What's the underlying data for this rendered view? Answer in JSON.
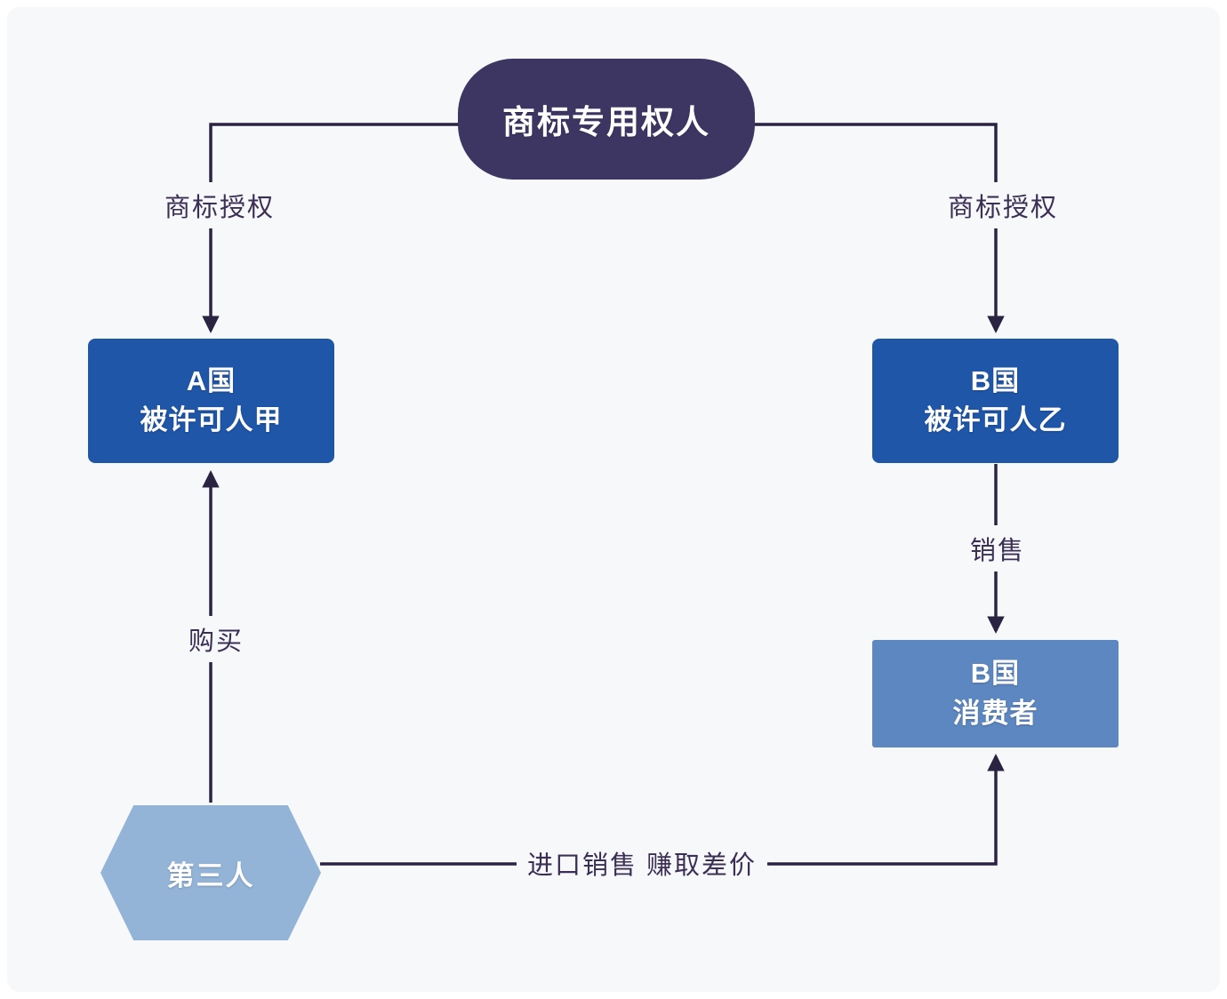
{
  "diagram": {
    "nodes": {
      "owner": {
        "label": "商标专用权人"
      },
      "licensee_a": {
        "line1": "A国",
        "line2": "被许可人甲"
      },
      "licensee_b": {
        "line1": "B国",
        "line2": "被许可人乙"
      },
      "consumer_b": {
        "line1": "B国",
        "line2": "消费者"
      },
      "third_party": {
        "label": "第三人"
      }
    },
    "edges": {
      "authorize_left": {
        "label": "商标授权"
      },
      "authorize_right": {
        "label": "商标授权"
      },
      "sell": {
        "label": "销售"
      },
      "buy": {
        "label": "购买"
      },
      "import_sell": {
        "label": "进口销售 赚取差价"
      }
    },
    "colors": {
      "owner_bg": "#3d3663",
      "licensee_bg": "#1f56a8",
      "consumer_bg": "#5d87c0",
      "third_party_bg": "#93b3d7",
      "line": "#2b2342",
      "label_text": "#3b2f55",
      "canvas_bg": "#f7f8fa"
    }
  }
}
